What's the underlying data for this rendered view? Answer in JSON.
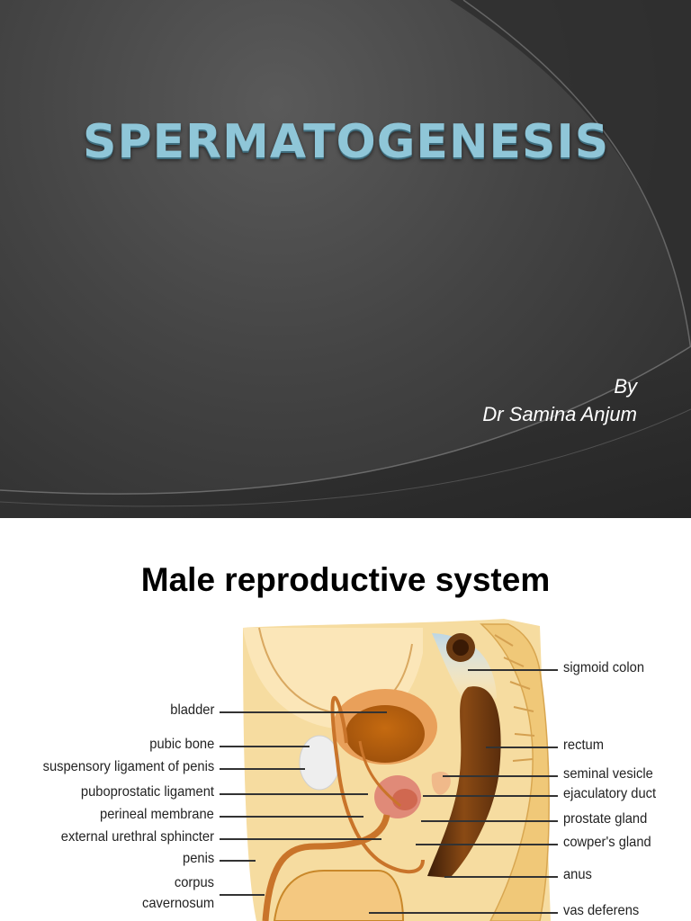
{
  "slide1": {
    "title": "SPERMATOGENESIS",
    "byline_by": "By",
    "byline_author": "Dr Samina Anjum"
  },
  "slide2": {
    "title": "Male reproductive system",
    "left_labels": {
      "bladder": "bladder",
      "pubic_bone": "pubic bone",
      "suspensory_ligament": "suspensory ligament of penis",
      "puboprostatic_ligament": "puboprostatic ligament",
      "perineal_membrane": "perineal membrane",
      "external_urethral_sphincter": "external urethral sphincter",
      "penis": "penis",
      "corpus": "corpus",
      "cavernosum": "cavernosum"
    },
    "right_labels": {
      "sigmoid_colon": "sigmoid colon",
      "rectum": "rectum",
      "seminal_vesicle": "seminal vesicle",
      "ejaculatory_duct": "ejaculatory duct",
      "prostate_gland": "prostate gland",
      "cowpers_gland": "cowper's gland",
      "anus": "anus",
      "vas_deferens": "vas deferens"
    }
  },
  "colors": {
    "slide_bg": "#3f3f3f",
    "title_color": "#8fc6d8",
    "tissue": "#f2cf85",
    "organ": "#e89850",
    "rectum": "#7a3f10"
  }
}
